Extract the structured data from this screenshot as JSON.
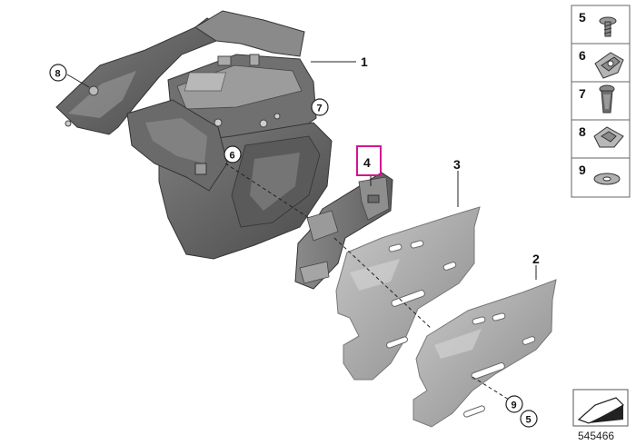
{
  "diagram": {
    "callouts": {
      "part_1": "1",
      "part_2": "2",
      "part_3": "3",
      "part_4": "4",
      "circled_8": "8",
      "circled_7": "7",
      "circled_6": "6",
      "circled_9": "9",
      "circled_5": "5"
    },
    "highlight_color": "#d4148c",
    "legend": [
      {
        "number": "5",
        "icon": "screw-icon"
      },
      {
        "number": "6",
        "icon": "nut-clip-icon"
      },
      {
        "number": "7",
        "icon": "expanding-rivet-icon"
      },
      {
        "number": "8",
        "icon": "spring-clip-icon"
      },
      {
        "number": "9",
        "icon": "washer-icon"
      }
    ],
    "diagram_id": "545466"
  }
}
